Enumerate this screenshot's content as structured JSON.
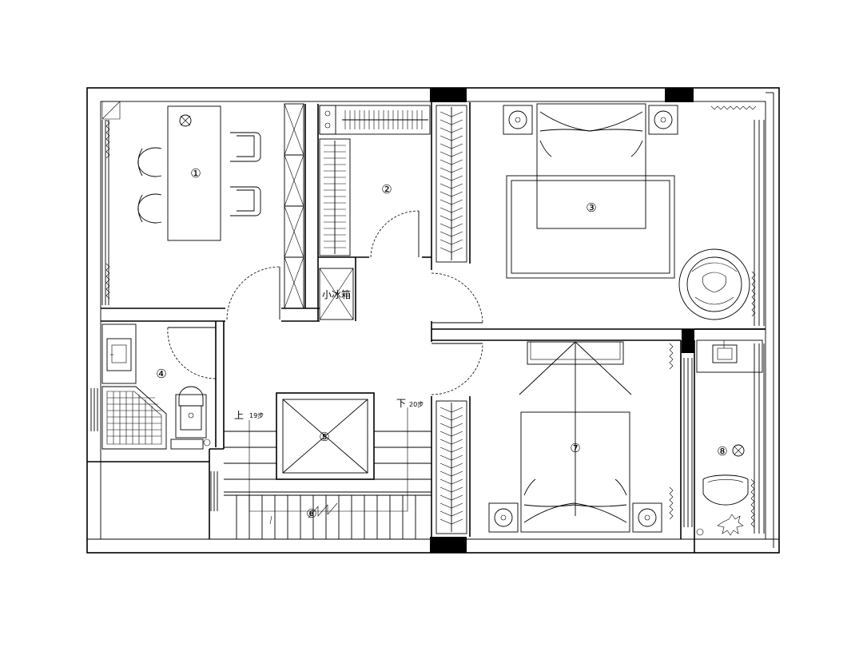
{
  "rooms": [
    {
      "id": "room-1",
      "label": "①"
    },
    {
      "id": "room-2",
      "label": "②"
    },
    {
      "id": "room-3",
      "label": "③"
    },
    {
      "id": "room-4",
      "label": "④"
    },
    {
      "id": "room-5",
      "label": "⑤"
    },
    {
      "id": "room-6",
      "label": "⑥"
    },
    {
      "id": "room-7",
      "label": "⑦"
    },
    {
      "id": "room-8",
      "label": "⑧"
    }
  ],
  "annotations": {
    "mini_fridge": "小冰箱",
    "stairs_up": "上",
    "stairs_up_steps": "19步",
    "stairs_down": "下",
    "stairs_down_steps": "20步"
  }
}
